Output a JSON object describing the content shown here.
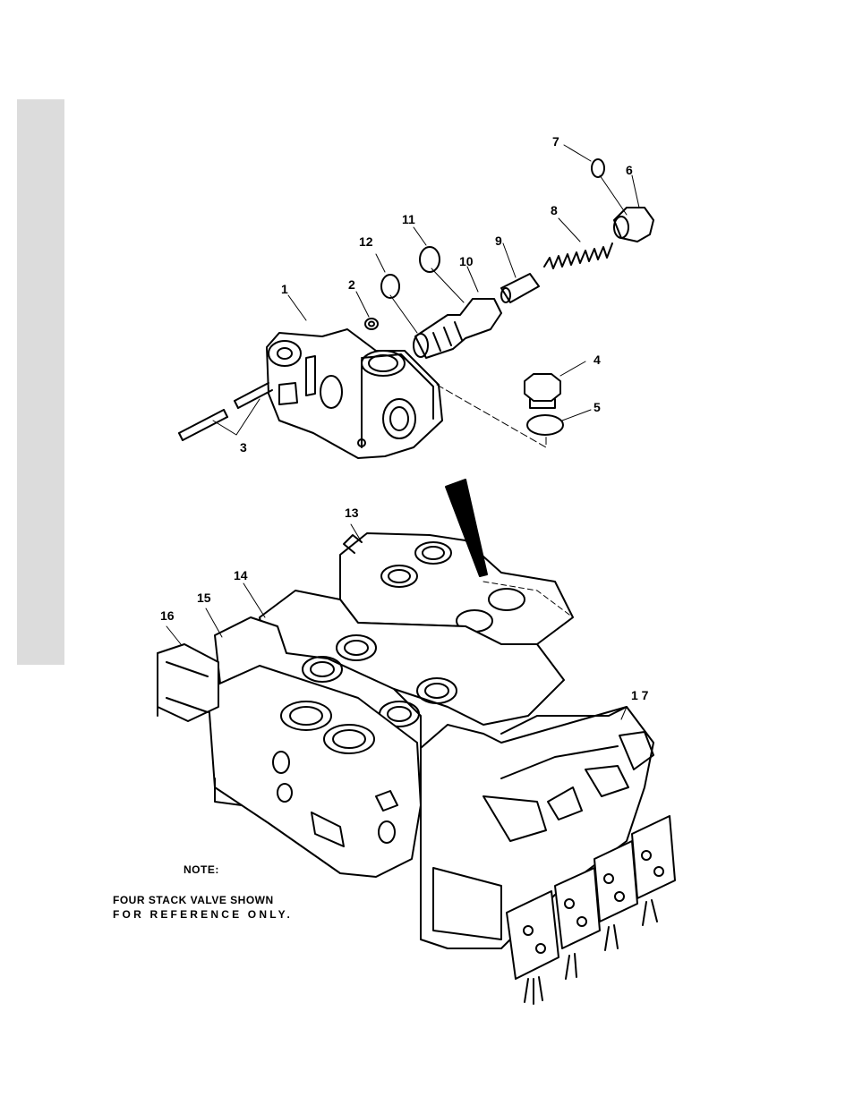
{
  "callouts": {
    "c1": "1",
    "c2": "2",
    "c3": "3",
    "c4": "4",
    "c5": "5",
    "c6": "6",
    "c7": "7",
    "c8": "8",
    "c9": "9",
    "c10": "10",
    "c11": "11",
    "c12": "12",
    "c13": "13",
    "c14": "14",
    "c15": "15",
    "c16": "16",
    "c17": "1 7"
  },
  "note": {
    "heading": "NOTE:",
    "line1": "FOUR STACK VALVE SHOWN",
    "line2": "FOR REFERENCE ONLY."
  }
}
